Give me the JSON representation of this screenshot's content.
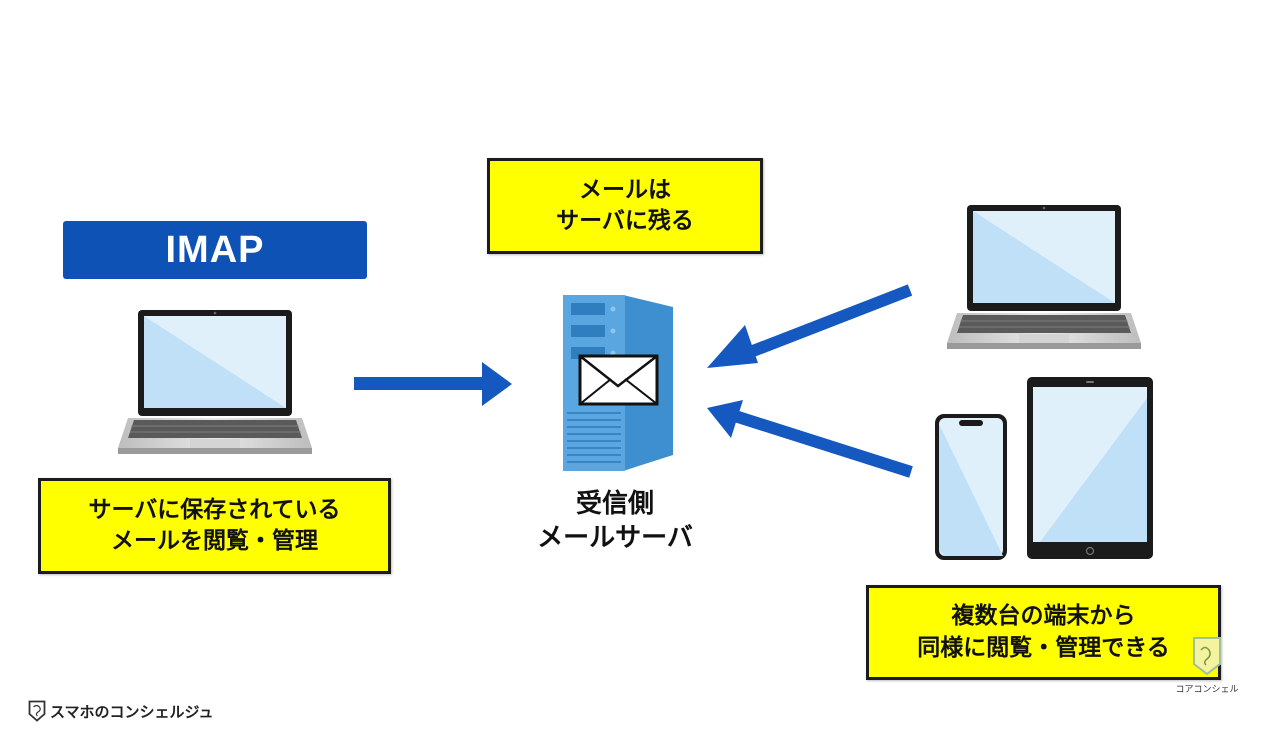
{
  "diagram": {
    "protocol_badge": "IMAP",
    "top_note": {
      "lines": [
        "メールは",
        "サーバに残る"
      ]
    },
    "left_note": {
      "lines": [
        "サーバに保存されている",
        "メールを閲覧・管理"
      ]
    },
    "right_note": {
      "lines": [
        "複数台の端末から",
        "同様に閲覧・管理できる"
      ]
    },
    "server_label": {
      "lines": [
        "受信側",
        "メールサーバ"
      ]
    },
    "nodes": [
      {
        "id": "left-laptop",
        "icon": "laptop-icon"
      },
      {
        "id": "mail-server",
        "icon": "mail-server-icon"
      },
      {
        "id": "right-laptop",
        "icon": "laptop-icon"
      },
      {
        "id": "smartphone",
        "icon": "smartphone-icon"
      },
      {
        "id": "tablet",
        "icon": "tablet-icon"
      }
    ],
    "edges": [
      {
        "from": "left-laptop",
        "to": "mail-server"
      },
      {
        "from": "right-laptop",
        "to": "mail-server"
      },
      {
        "from": "mobile-devices",
        "to": "mail-server"
      }
    ]
  },
  "colors": {
    "accent_blue": "#0f52b5",
    "arrow_blue": "#1558c0",
    "note_yellow": "#ffff00",
    "server_blue": "#4a9ad8",
    "screen_blue": "#bfe0f6"
  },
  "footer": {
    "brand": "スマホのコンシェルジュ",
    "corner_logo_name": "コアコンシェル"
  }
}
